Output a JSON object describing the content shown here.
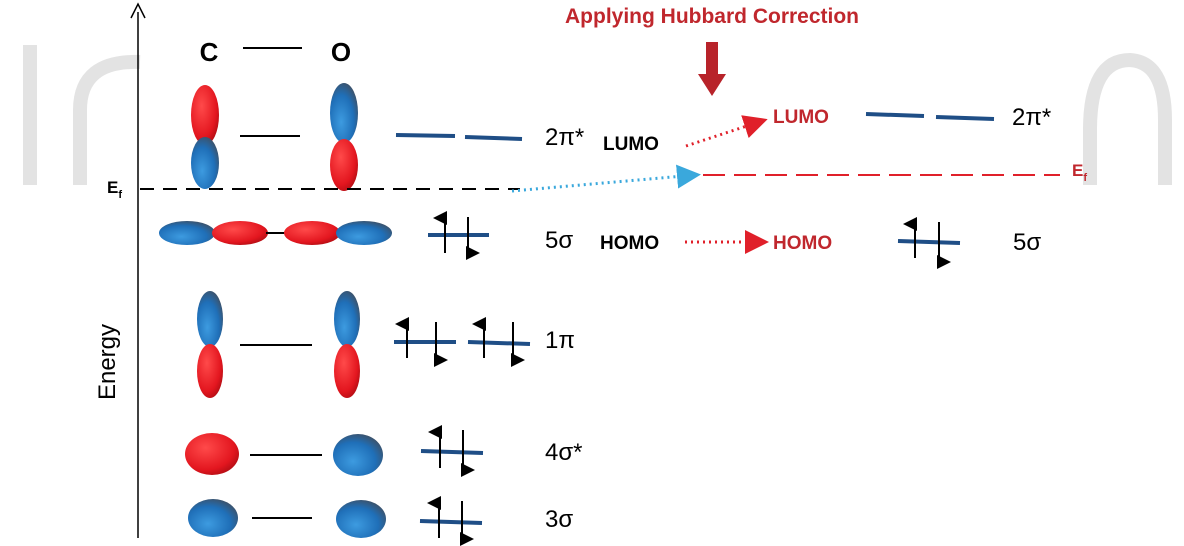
{
  "title": "Applying Hubbard Correction",
  "colors": {
    "red": "#c0272d",
    "blue": "#1f4e86",
    "cyan": "#3aa8dc",
    "lobe_red": "#e8202a",
    "lobe_blue": "#2b7fc8",
    "watermark": "#e3e3e3"
  },
  "axis": {
    "label": "Energy"
  },
  "atoms": {
    "left": "C",
    "right": "O"
  },
  "fermi": {
    "left_label": "E",
    "right_label": "E",
    "subscript": "f"
  },
  "orbitals": [
    {
      "id": "2pi-star",
      "label": "2π*"
    },
    {
      "id": "5sigma",
      "label": "5σ"
    },
    {
      "id": "1pi",
      "label": "1π"
    },
    {
      "id": "4sigma-star",
      "label": "4σ*"
    },
    {
      "id": "3sigma",
      "label": "3σ"
    }
  ],
  "frontier": {
    "lumo_before": "LUMO",
    "homo_before": "HOMO",
    "lumo_after": "LUMO",
    "homo_after": "HOMO",
    "lumo_after_orbital": "2π*",
    "homo_after_orbital": "5σ"
  }
}
